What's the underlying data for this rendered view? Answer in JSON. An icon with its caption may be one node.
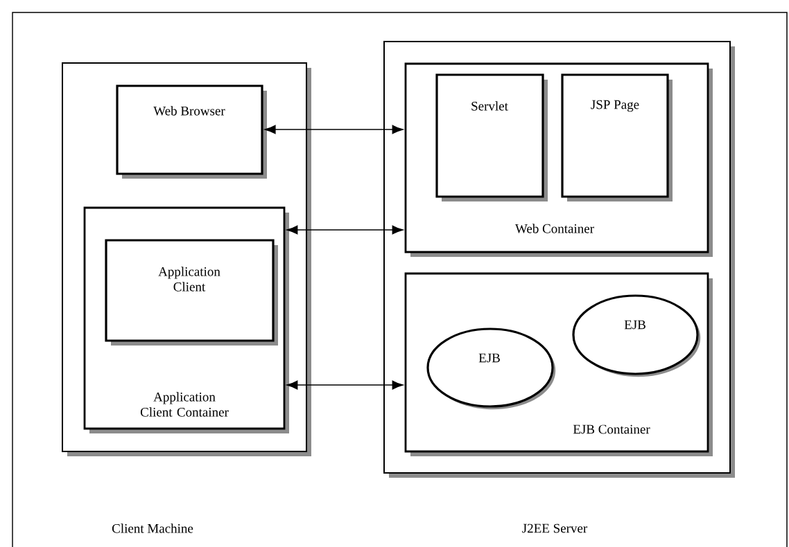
{
  "diagram": {
    "nodes": [
      {
        "text": [],
        "shape": "box"
      },
      {
        "text": [
          "Web Browser"
        ],
        "in": 0
      },
      {
        "text": [
          "Application Client Container"
        ],
        "in": 0
      },
      {
        "text": [
          "Application Client"
        ],
        "in": 2
      },
      {
        "text": [],
        "shape": "box"
      },
      {
        "text": [
          "Web Container"
        ],
        "in": 4
      },
      {
        "text": [
          "Servlet"
        ],
        "in": 5
      },
      {
        "text": [
          "JSP Page"
        ],
        "in": 5
      },
      {
        "text": [
          "EJB Container"
        ],
        "in": 4
      },
      {
        "text": [
          "EJB"
        ],
        "in": 8
      },
      {
        "text": [
          "EJB"
        ],
        "in": 8
      }
    ],
    "edges": [
      {
        "from": 1,
        "to": 5,
        "arrow": "both"
      },
      {
        "from": 2,
        "to": 5,
        "arrow": "both"
      },
      {
        "from": 2,
        "to": 8,
        "arrow": "both"
      }
    ],
    "labels": [
      "Client Machine",
      "J2EE Server"
    ]
  }
}
